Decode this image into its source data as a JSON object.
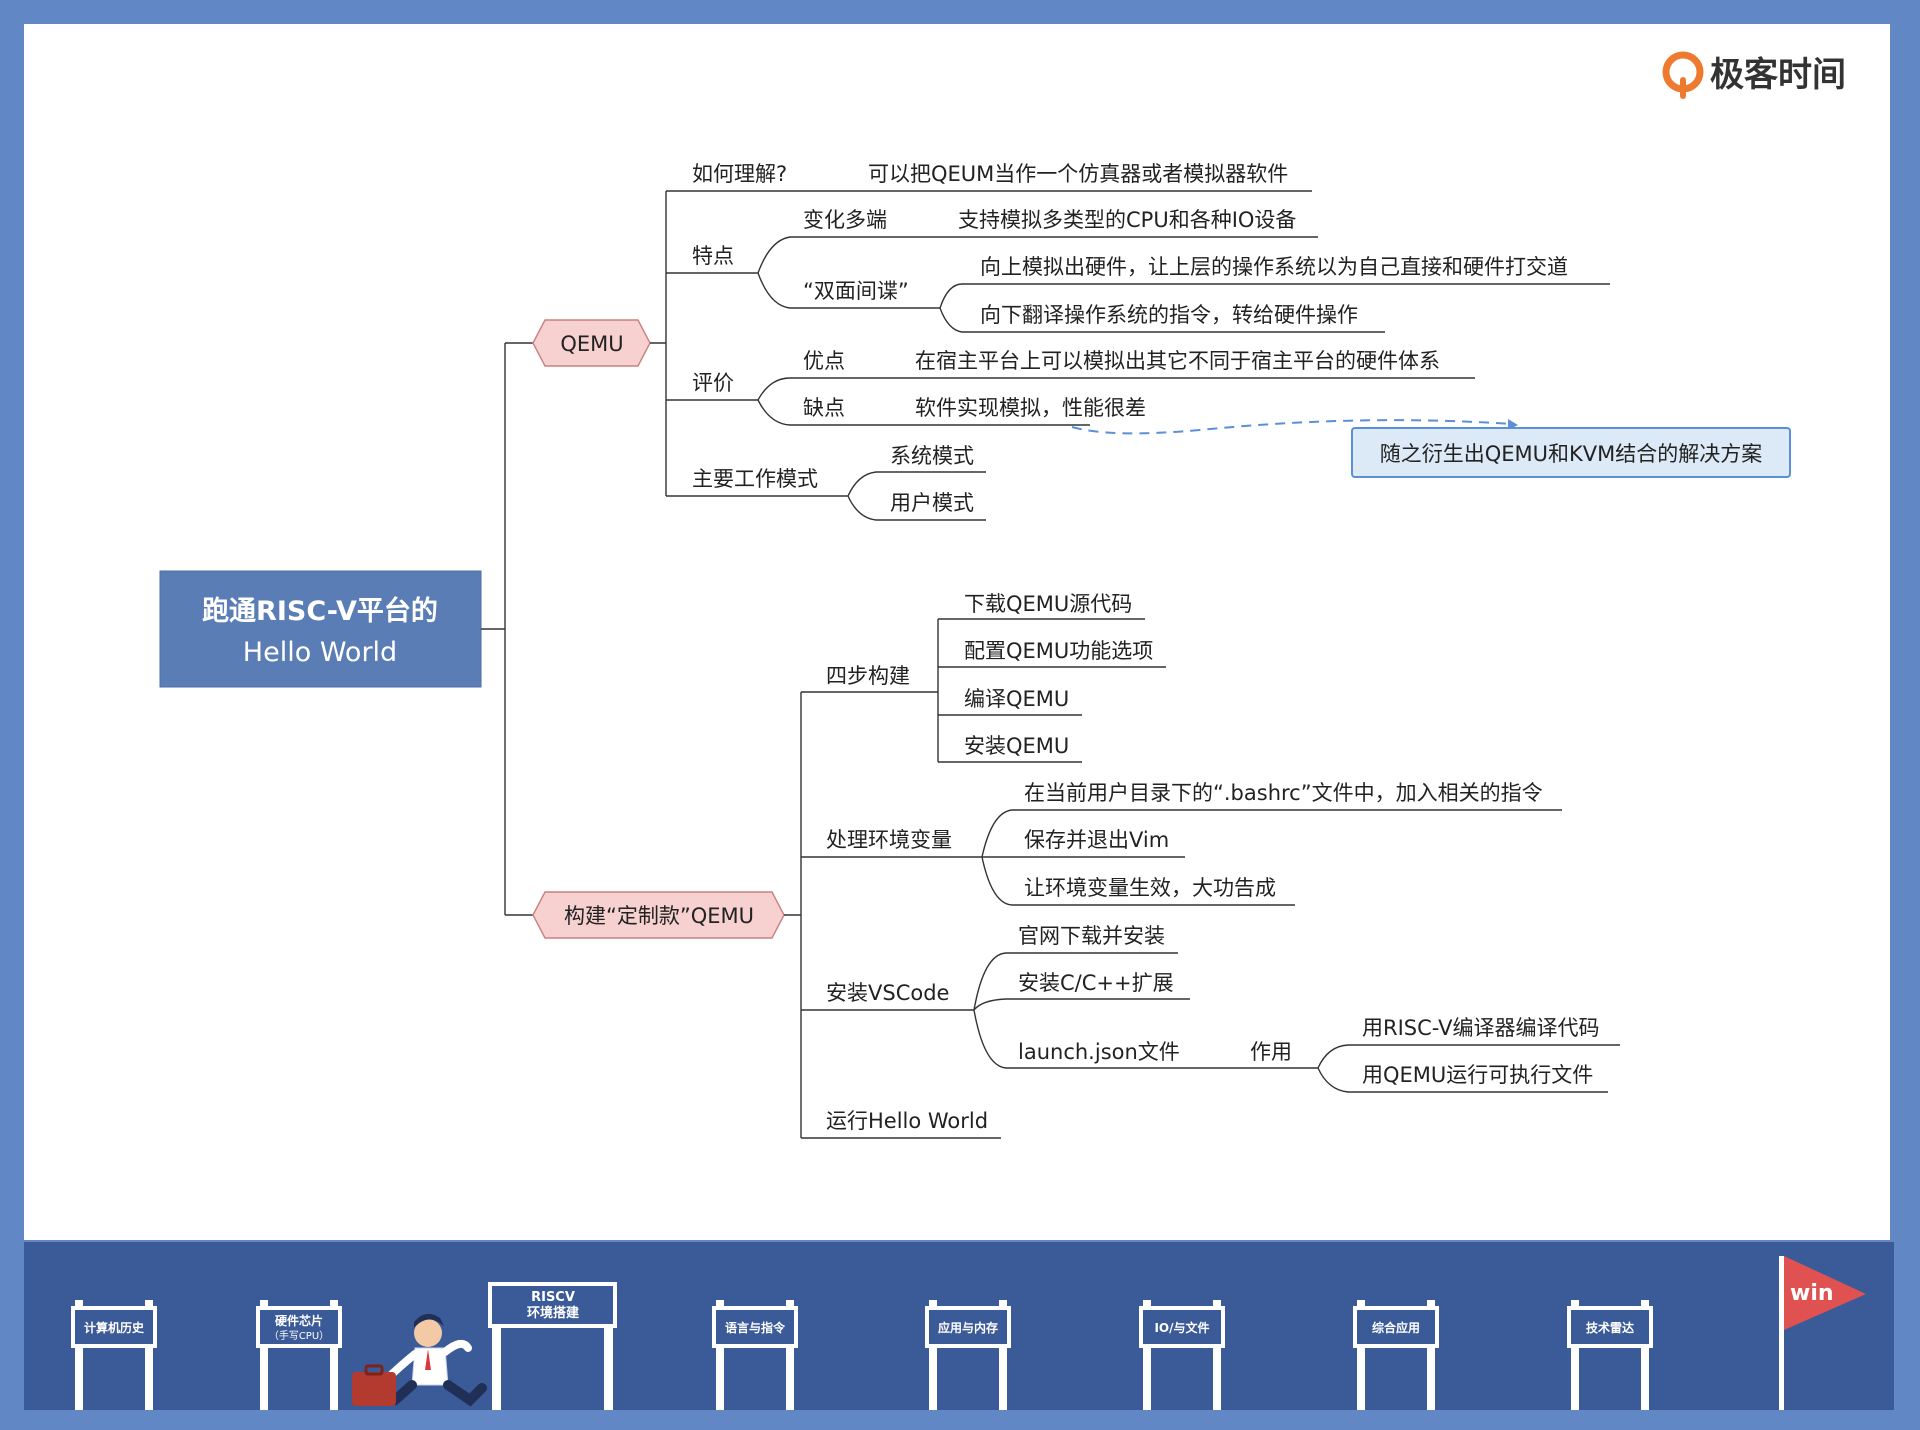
{
  "brand": {
    "logo_text": "极客时间"
  },
  "mindmap": {
    "root": {
      "line1": "跑通RISC-V平台的",
      "line2": "Hello World"
    },
    "qemu": {
      "label": "QEMU",
      "understand": {
        "label": "如何理解?",
        "answer": "可以把QEUM当作一个仿真器或者模拟器软件"
      },
      "features": {
        "label": "特点",
        "varied": {
          "label": "变化多端",
          "detail": "支持模拟多类型的CPU和各种IO设备"
        },
        "dual": {
          "label": "“双面间谍”",
          "up": "向上模拟出硬件，让上层的操作系统以为自己直接和硬件打交道",
          "down": "向下翻译操作系统的指令，转给硬件操作"
        }
      },
      "evaluation": {
        "label": "评价",
        "pros": {
          "label": "优点",
          "detail": "在宿主平台上可以模拟出其它不同于宿主平台的硬件体系"
        },
        "cons": {
          "label": "缺点",
          "detail": "软件实现模拟，性能很差"
        }
      },
      "callout": "随之衍生出QEMU和KVM结合的解决方案",
      "modes": {
        "label": "主要工作模式",
        "system": "系统模式",
        "user": "用户模式"
      }
    },
    "custom": {
      "label": "构建“定制款”QEMU",
      "four_steps": {
        "label": "四步构建",
        "items": [
          "下载QEMU源代码",
          "配置QEMU功能选项",
          "编译QEMU",
          "安装QEMU"
        ]
      },
      "env": {
        "label": "处理环境变量",
        "items": [
          "在当前用户目录下的“.bashrc”文件中，加入相关的指令",
          "保存并退出Vim",
          "让环境变量生效，大功告成"
        ]
      },
      "vscode": {
        "label": "安装VSCode",
        "download": "官网下载并安装",
        "ext": "安装C/C++扩展",
        "launch": {
          "label": "launch.json文件",
          "role": "作用",
          "items": [
            "用RISC-V编译器编译代码",
            "用QEMU运行可执行文件"
          ]
        }
      },
      "run": "运行Hello World"
    }
  },
  "journey": {
    "gates": [
      "计算机历史",
      "硬件芯片",
      "RISCV",
      "语言与指令",
      "应用与内存",
      "IO/与文件",
      "综合应用",
      "技术雷达"
    ],
    "gate_subs": [
      "",
      "（手写CPU）",
      "环境搭建",
      "",
      "",
      "",
      "",
      ""
    ],
    "flag": "win"
  },
  "colors": {
    "frame": "#6187c4",
    "root_fill": "#5a7db5",
    "hex_fill": "#f6d1d0",
    "callout_fill": "#dce9f6",
    "callout_border": "#5b8fd6",
    "bottom_band": "#3b5a98"
  }
}
